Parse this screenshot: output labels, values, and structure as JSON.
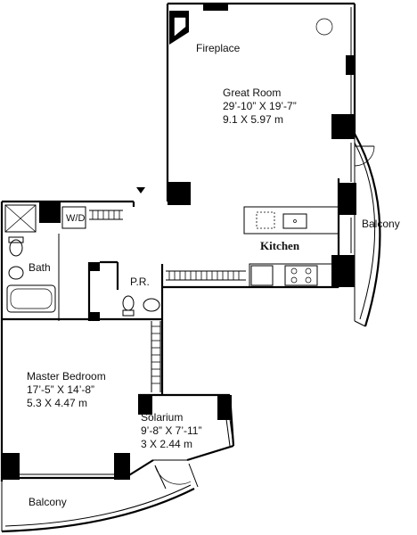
{
  "rooms": {
    "fireplace": {
      "label": "Fireplace"
    },
    "great_room": {
      "name": "Great Room",
      "imperial": "29’-10” X 19’-7”",
      "metric": "9.1 X 5.97 m"
    },
    "balcony_east": {
      "label": "Balcony"
    },
    "kitchen": {
      "label": "Kitchen"
    },
    "washer_dryer": {
      "label": "W/D"
    },
    "bath": {
      "label": "Bath"
    },
    "powder_room": {
      "label": "P.R."
    },
    "master_bedroom": {
      "name": "Master Bedroom",
      "imperial": "17’-5” X 14’-8”",
      "metric": "5.3 X 4.47 m"
    },
    "solarium": {
      "name": "Solarium",
      "imperial": "9’-8” X 7’-11”",
      "metric": "3 X 2.44 m"
    },
    "balcony_south": {
      "label": "Balcony"
    }
  }
}
